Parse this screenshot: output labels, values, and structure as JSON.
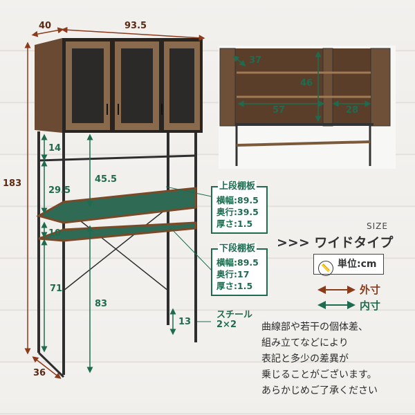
{
  "colors": {
    "outer": "#8b3a1a",
    "inner": "#1f6b4f",
    "text": "#2a2a2a"
  },
  "dims": {
    "depth_top": "40",
    "width": "93.5",
    "height": "183",
    "depth_bottom": "36",
    "gap_top": "14",
    "upper_gap": "29.5",
    "upper_height": "45.5",
    "lower_gap": "10",
    "lower_height": "71",
    "lower_total": "83",
    "foot": "13"
  },
  "photo_dims": {
    "hinge": "37",
    "inner_height": "46",
    "inner_width": "57",
    "side_width": "28"
  },
  "upper_shelf": {
    "title": "上段棚板",
    "width": "横幅:89.5",
    "depth": "奥行:39.5",
    "thickness": "厚さ:1.5"
  },
  "lower_shelf": {
    "title": "下段棚板",
    "width": "横幅:89.5",
    "depth": "奥行:17",
    "thickness": "厚さ:1.5"
  },
  "size_label": "SIZE",
  "type_title": ">>> ワイドタイプ",
  "unit": {
    "icon": "ruler-icon",
    "label": "単位:cm"
  },
  "legend": {
    "outer": "外寸",
    "inner": "内寸"
  },
  "steel": {
    "line1": "スチール",
    "line2": "2×2"
  },
  "note": [
    "曲線部や若干の個体差、",
    "組み立てなどにより",
    "表記と多少の差異が",
    "乗じることがございます。",
    "あらかじめご了承ください"
  ]
}
